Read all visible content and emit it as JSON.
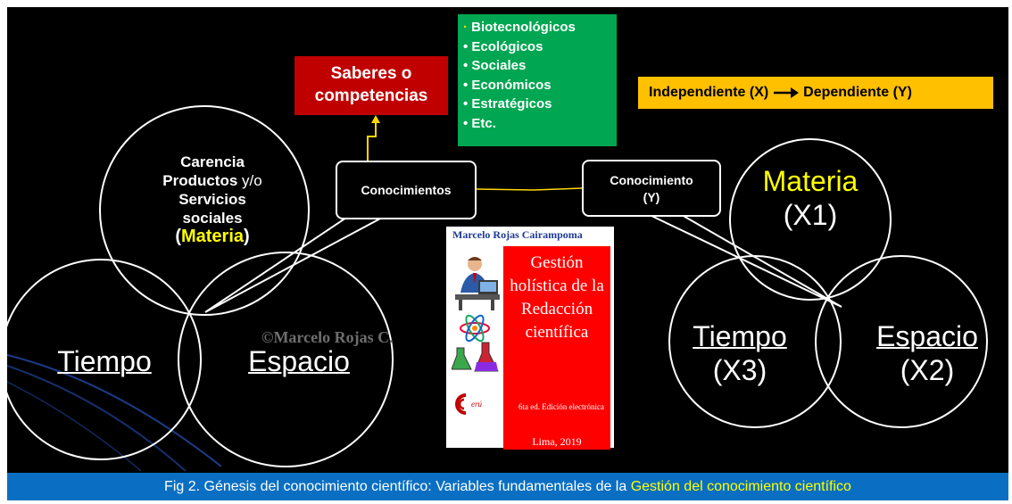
{
  "green_box": {
    "items": [
      "Biotecnológicos",
      "Ecológicos",
      "Sociales",
      "Económicos",
      "Estratégicos",
      "Etc."
    ]
  },
  "red_box": {
    "line1": "Saberes o",
    "line2": "competencias"
  },
  "orange_box": {
    "left": "Independiente (X)",
    "right": "Dependiente (Y)"
  },
  "callout_left": {
    "label": "Conocimientos"
  },
  "callout_right": {
    "line1": "Conocimiento",
    "line2": "(Y)"
  },
  "left_circle_top": {
    "line1": "Carencia",
    "line2a": "Productos",
    "line2b": "y/o",
    "line3": "Servicios",
    "line4": "sociales",
    "paren_open": "(",
    "materia": "Materia",
    "paren_close": ")"
  },
  "left_tiempo": "Tiempo",
  "left_espacio": "Espacio",
  "watermark": "©Marcelo Rojas C.",
  "right_materia": {
    "name": "Materia",
    "code": "(X1)"
  },
  "right_tiempo": {
    "name": "Tiempo",
    "code": "(X3)"
  },
  "right_espacio": {
    "name": "Espacio",
    "code": "(X2)"
  },
  "book": {
    "author": "Marcelo Rojas Cairampoma",
    "title_lines": [
      "Gestión",
      "holística de la",
      "Redacción",
      "científica"
    ],
    "edition": "6ta ed. Edición electrónica",
    "city": "Lima, 2019",
    "logo_text": "erú"
  },
  "caption": {
    "prefix": "Fig 2. Génesis del conocimiento científico: Variables fundamentales de la ",
    "highlight": "Gestión del conocimiento científico"
  },
  "colors": {
    "background": "#000000",
    "green": "#00a651",
    "red": "#c00000",
    "orange": "#ffc000",
    "yellow": "#ffff00",
    "caption_bar": "#0a6fc2"
  }
}
